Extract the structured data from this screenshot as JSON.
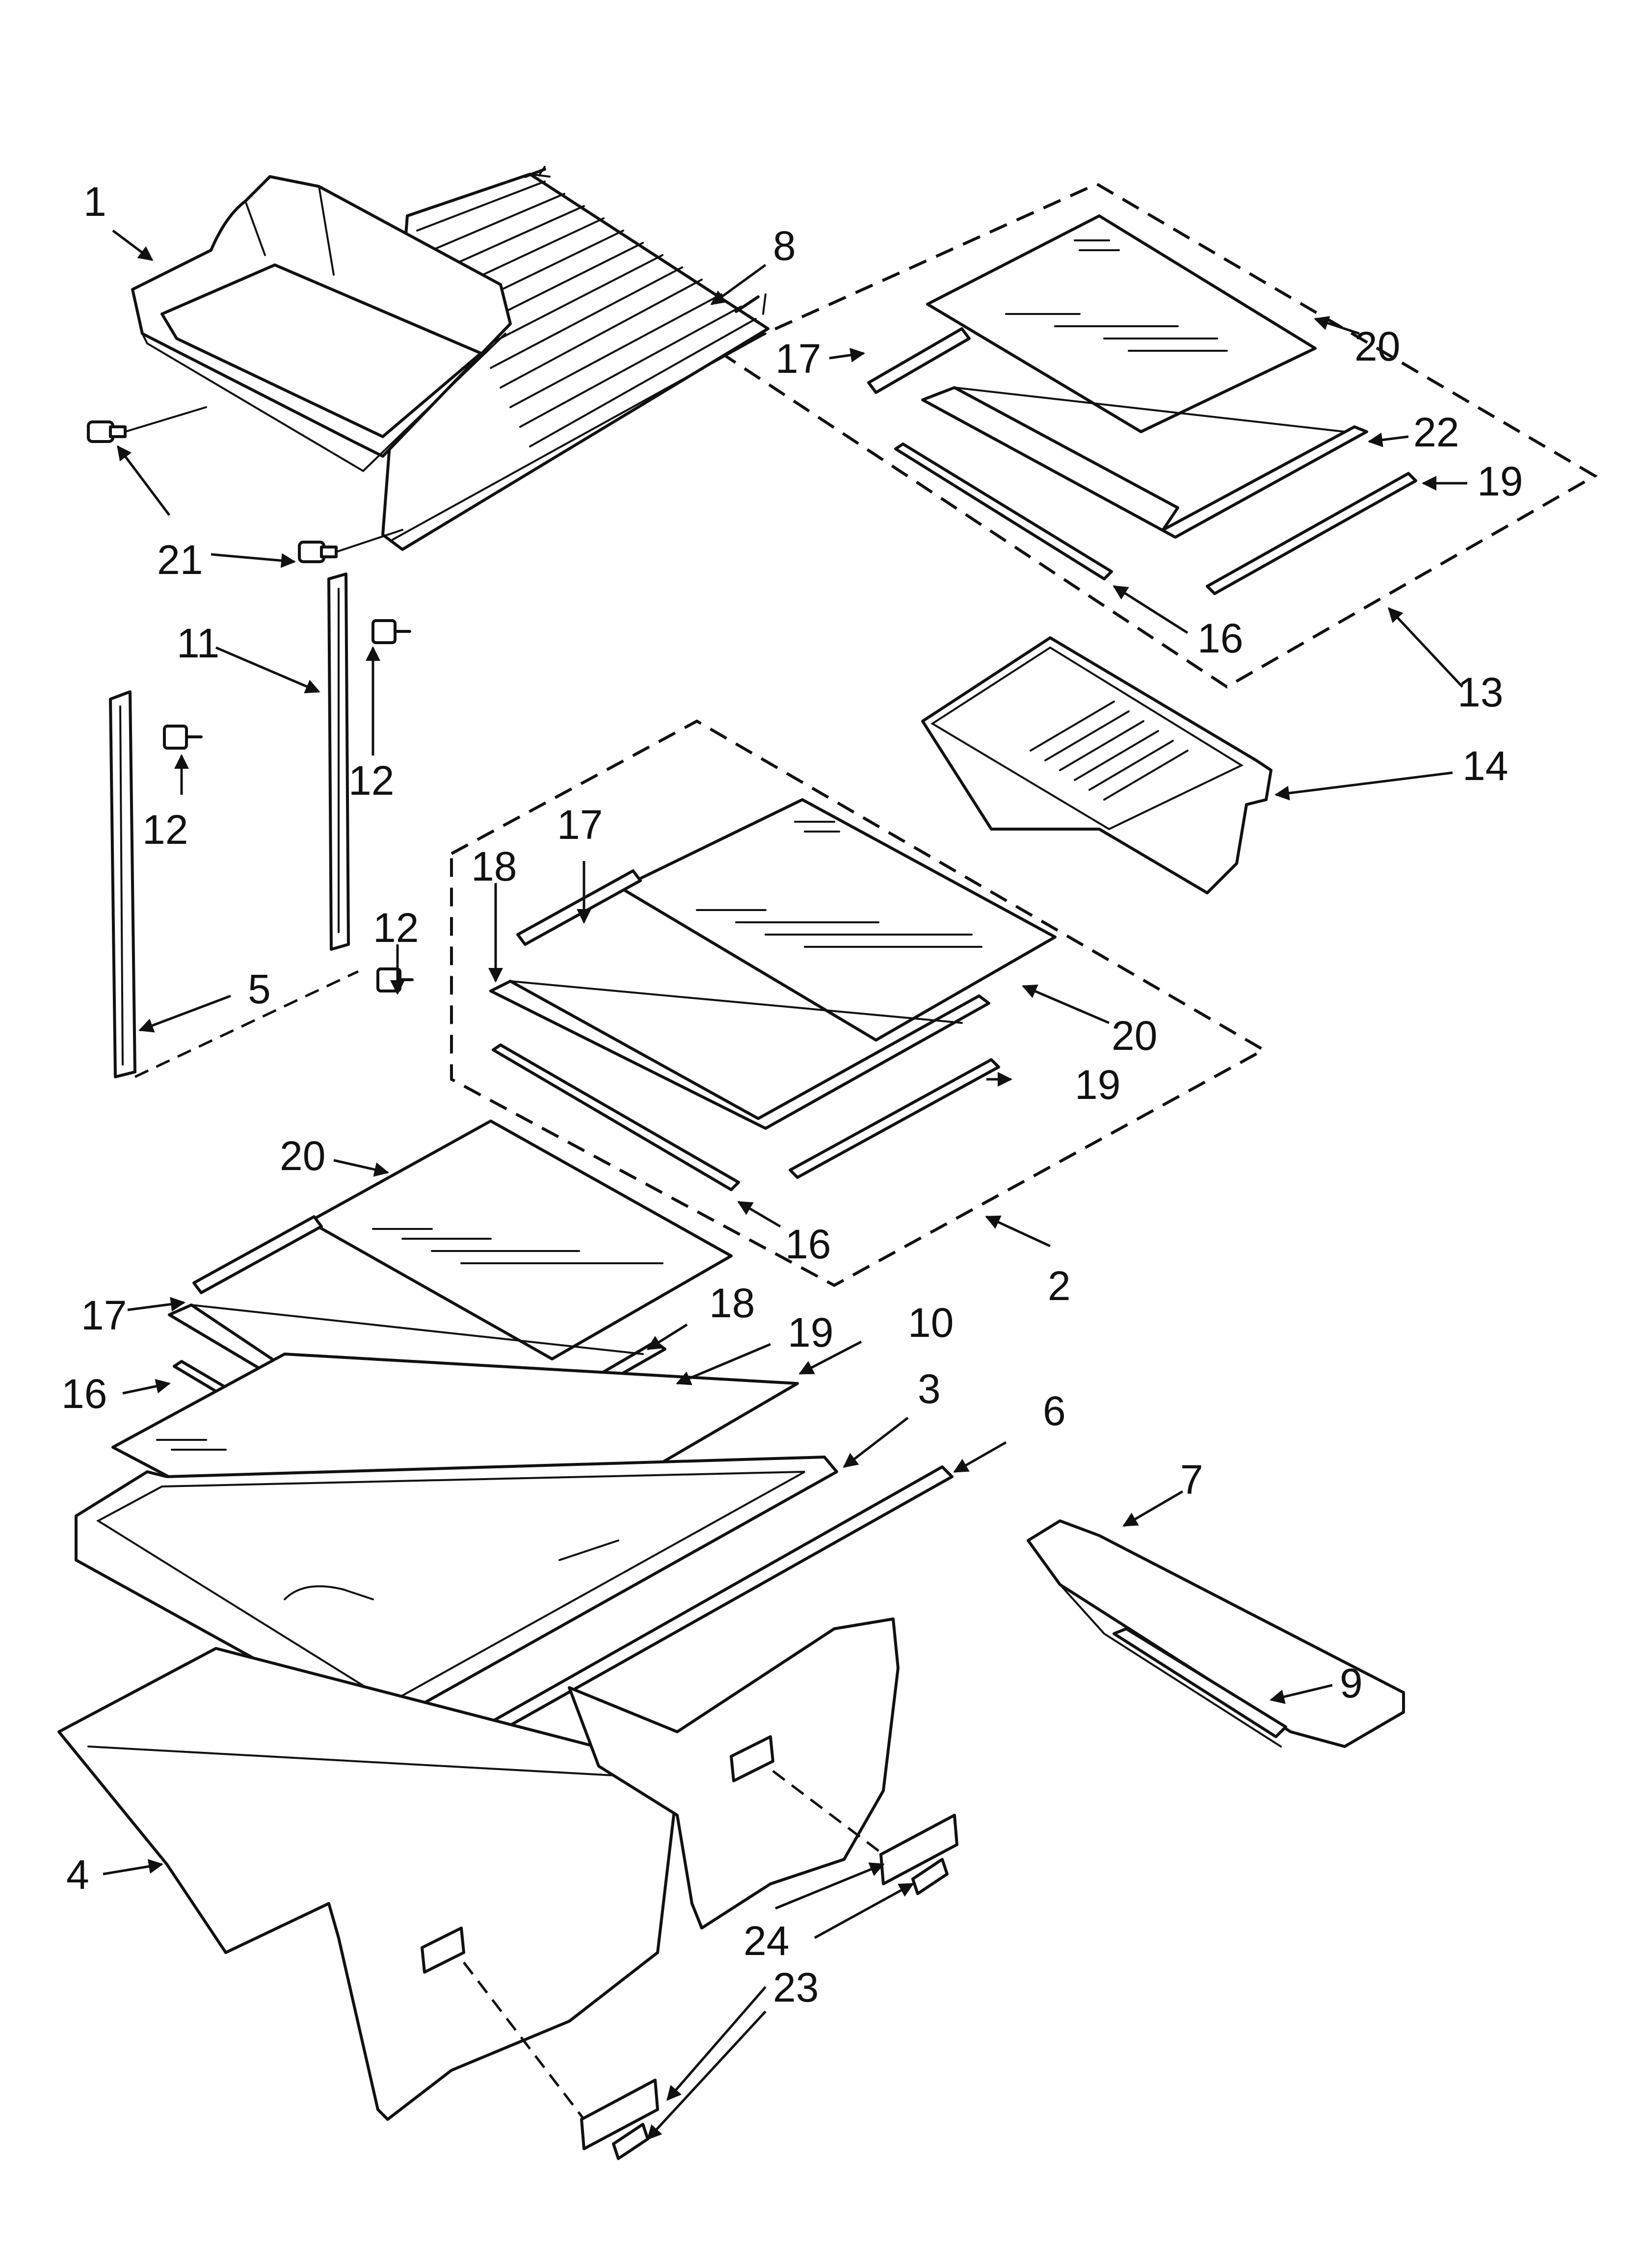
{
  "callouts": [
    {
      "id": "c1",
      "label": "1"
    },
    {
      "id": "c2",
      "label": "2"
    },
    {
      "id": "c3",
      "label": "3"
    },
    {
      "id": "c4",
      "label": "4"
    },
    {
      "id": "c5",
      "label": "5"
    },
    {
      "id": "c6",
      "label": "6"
    },
    {
      "id": "c7",
      "label": "7"
    },
    {
      "id": "c8",
      "label": "8"
    },
    {
      "id": "c9",
      "label": "9"
    },
    {
      "id": "c10",
      "label": "10"
    },
    {
      "id": "c11",
      "label": "11"
    },
    {
      "id": "c12a",
      "label": "12"
    },
    {
      "id": "c12b",
      "label": "12"
    },
    {
      "id": "c12c",
      "label": "12"
    },
    {
      "id": "c13",
      "label": "13"
    },
    {
      "id": "c14",
      "label": "14"
    },
    {
      "id": "c16a",
      "label": "16"
    },
    {
      "id": "c16b",
      "label": "16"
    },
    {
      "id": "c16c",
      "label": "16"
    },
    {
      "id": "c17a",
      "label": "17"
    },
    {
      "id": "c17b",
      "label": "17"
    },
    {
      "id": "c17c",
      "label": "17"
    },
    {
      "id": "c18a",
      "label": "18"
    },
    {
      "id": "c18b",
      "label": "18"
    },
    {
      "id": "c19a",
      "label": "19"
    },
    {
      "id": "c19b",
      "label": "19"
    },
    {
      "id": "c19c",
      "label": "19"
    },
    {
      "id": "c20a",
      "label": "20"
    },
    {
      "id": "c20b",
      "label": "20"
    },
    {
      "id": "c20c",
      "label": "20"
    },
    {
      "id": "c21",
      "label": "21"
    },
    {
      "id": "c22",
      "label": "22"
    },
    {
      "id": "c23",
      "label": "23"
    },
    {
      "id": "c24",
      "label": "24"
    }
  ]
}
